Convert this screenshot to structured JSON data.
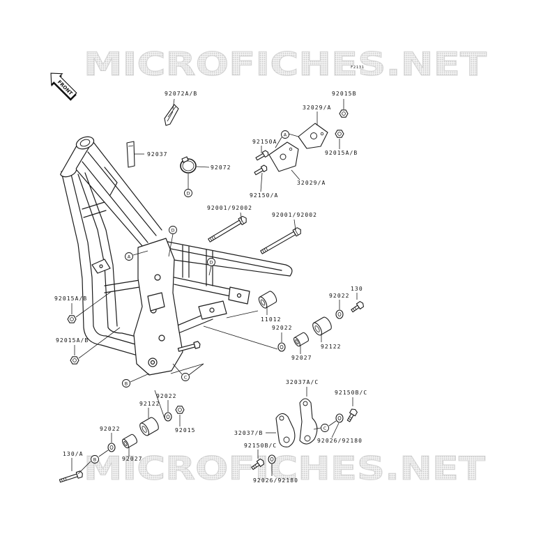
{
  "diagram": {
    "watermark": "MICROFICHES.NET",
    "code": "F2131",
    "front_label": "FRONT"
  },
  "part_labels": [
    "92072A/B",
    "92015B",
    "32029/A",
    "92037",
    "92150A",
    "92015A/B",
    "92072",
    "32029/A",
    "92150/A",
    "92001/92002",
    "92001/92002",
    "92015A/B",
    "130",
    "92022",
    "11012",
    "92022",
    "92122",
    "92015A/B",
    "92027",
    "32037A/C",
    "92150B/C",
    "92022",
    "92122",
    "92015",
    "92022",
    "32037/B",
    "92026/92180",
    "92150B/C",
    "130/A",
    "92027",
    "92026/92180"
  ],
  "callouts": [
    "A",
    "D",
    "D",
    "A",
    "D",
    "B",
    "C",
    "C",
    "B"
  ]
}
